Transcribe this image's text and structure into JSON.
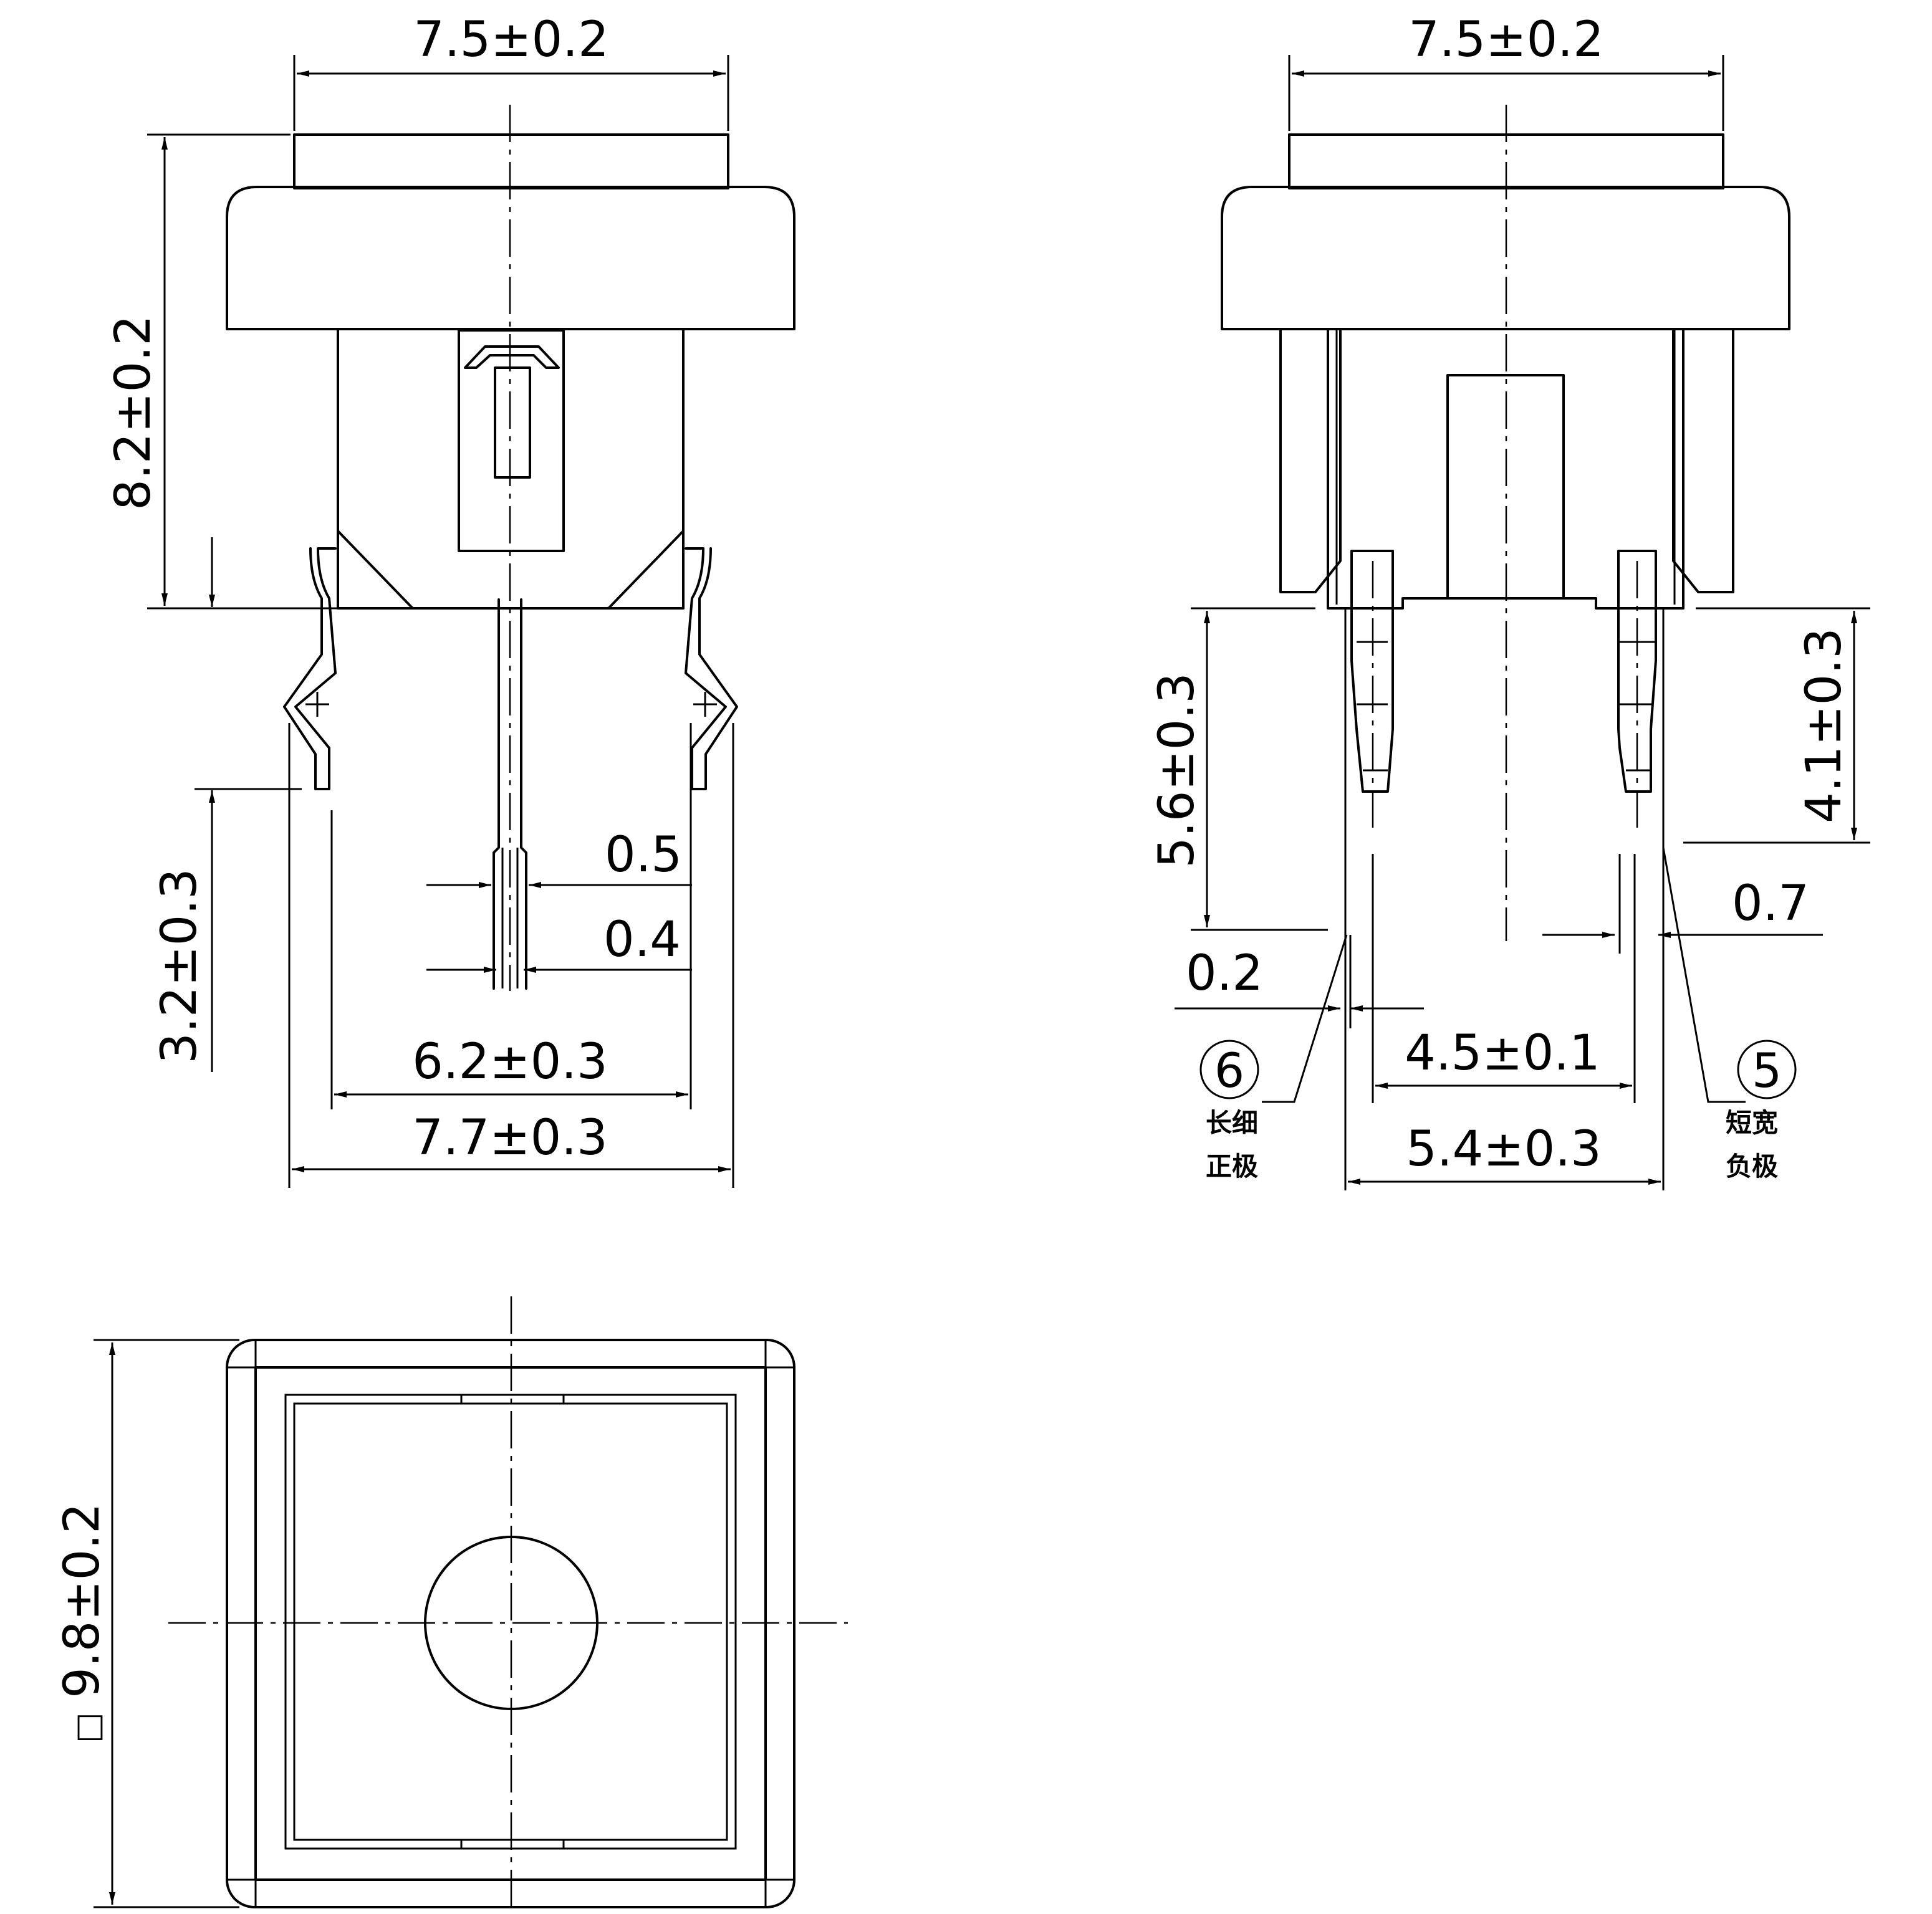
{
  "front_view": {
    "width_top": "7.5±0.2",
    "height": "8.2±0.2",
    "lead_length": "3.2±0.3",
    "pin_width_a": "0.5",
    "pin_width_b": "0.4",
    "pitch_inner": "6.2±0.3",
    "pitch_outer": "7.7±0.3"
  },
  "side_view": {
    "width_top": "7.5±0.2",
    "lead_long": "5.6±0.3",
    "lead_short": "4.1±0.3",
    "pin_thickness": "0.2",
    "pin_width": "0.7",
    "pin_pitch": "4.5±0.1",
    "outer_pitch": "5.4±0.3",
    "pin6": {
      "number": "6",
      "desc_line1": "长细",
      "desc_line2": "正极"
    },
    "pin5": {
      "number": "5",
      "desc_line1": "短宽",
      "desc_line2": "负极"
    }
  },
  "top_view": {
    "size": "9.8±0.2",
    "square_symbol": "□"
  }
}
